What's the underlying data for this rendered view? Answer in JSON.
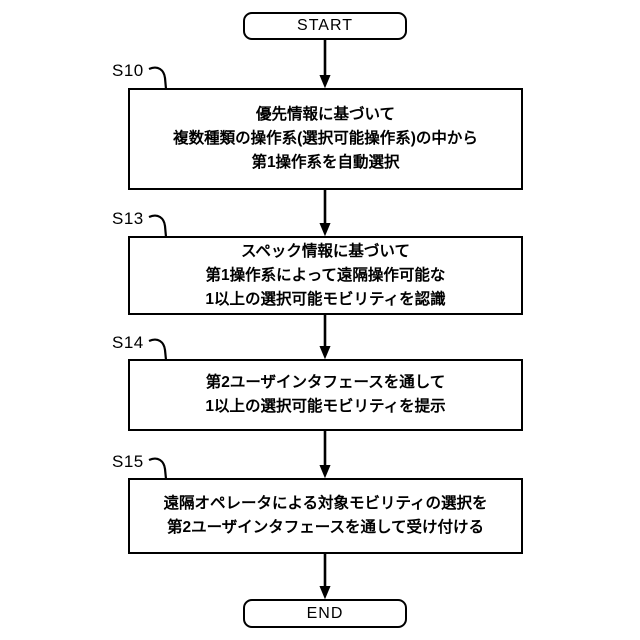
{
  "figure": {
    "start_label": "START",
    "end_label": "END",
    "steps": [
      {
        "id": "S10",
        "lines": [
          "優先情報に基づいて",
          "複数種類の操作系(選択可能操作系)の中から",
          "第1操作系を自動選択"
        ]
      },
      {
        "id": "S13",
        "lines": [
          "スペック情報に基づいて",
          "第1操作系によって遠隔操作可能な",
          "1以上の選択可能モビリティを認識"
        ]
      },
      {
        "id": "S14",
        "lines": [
          "第2ユーザインタフェースを通して",
          "1以上の選択可能モビリティを提示"
        ]
      },
      {
        "id": "S15",
        "lines": [
          "遠隔オペレータによる対象モビリティの選択を",
          "第2ユーザインタフェースを通して受け付ける"
        ]
      }
    ],
    "colors": {
      "ink": "#000000",
      "background": "#ffffff"
    }
  }
}
